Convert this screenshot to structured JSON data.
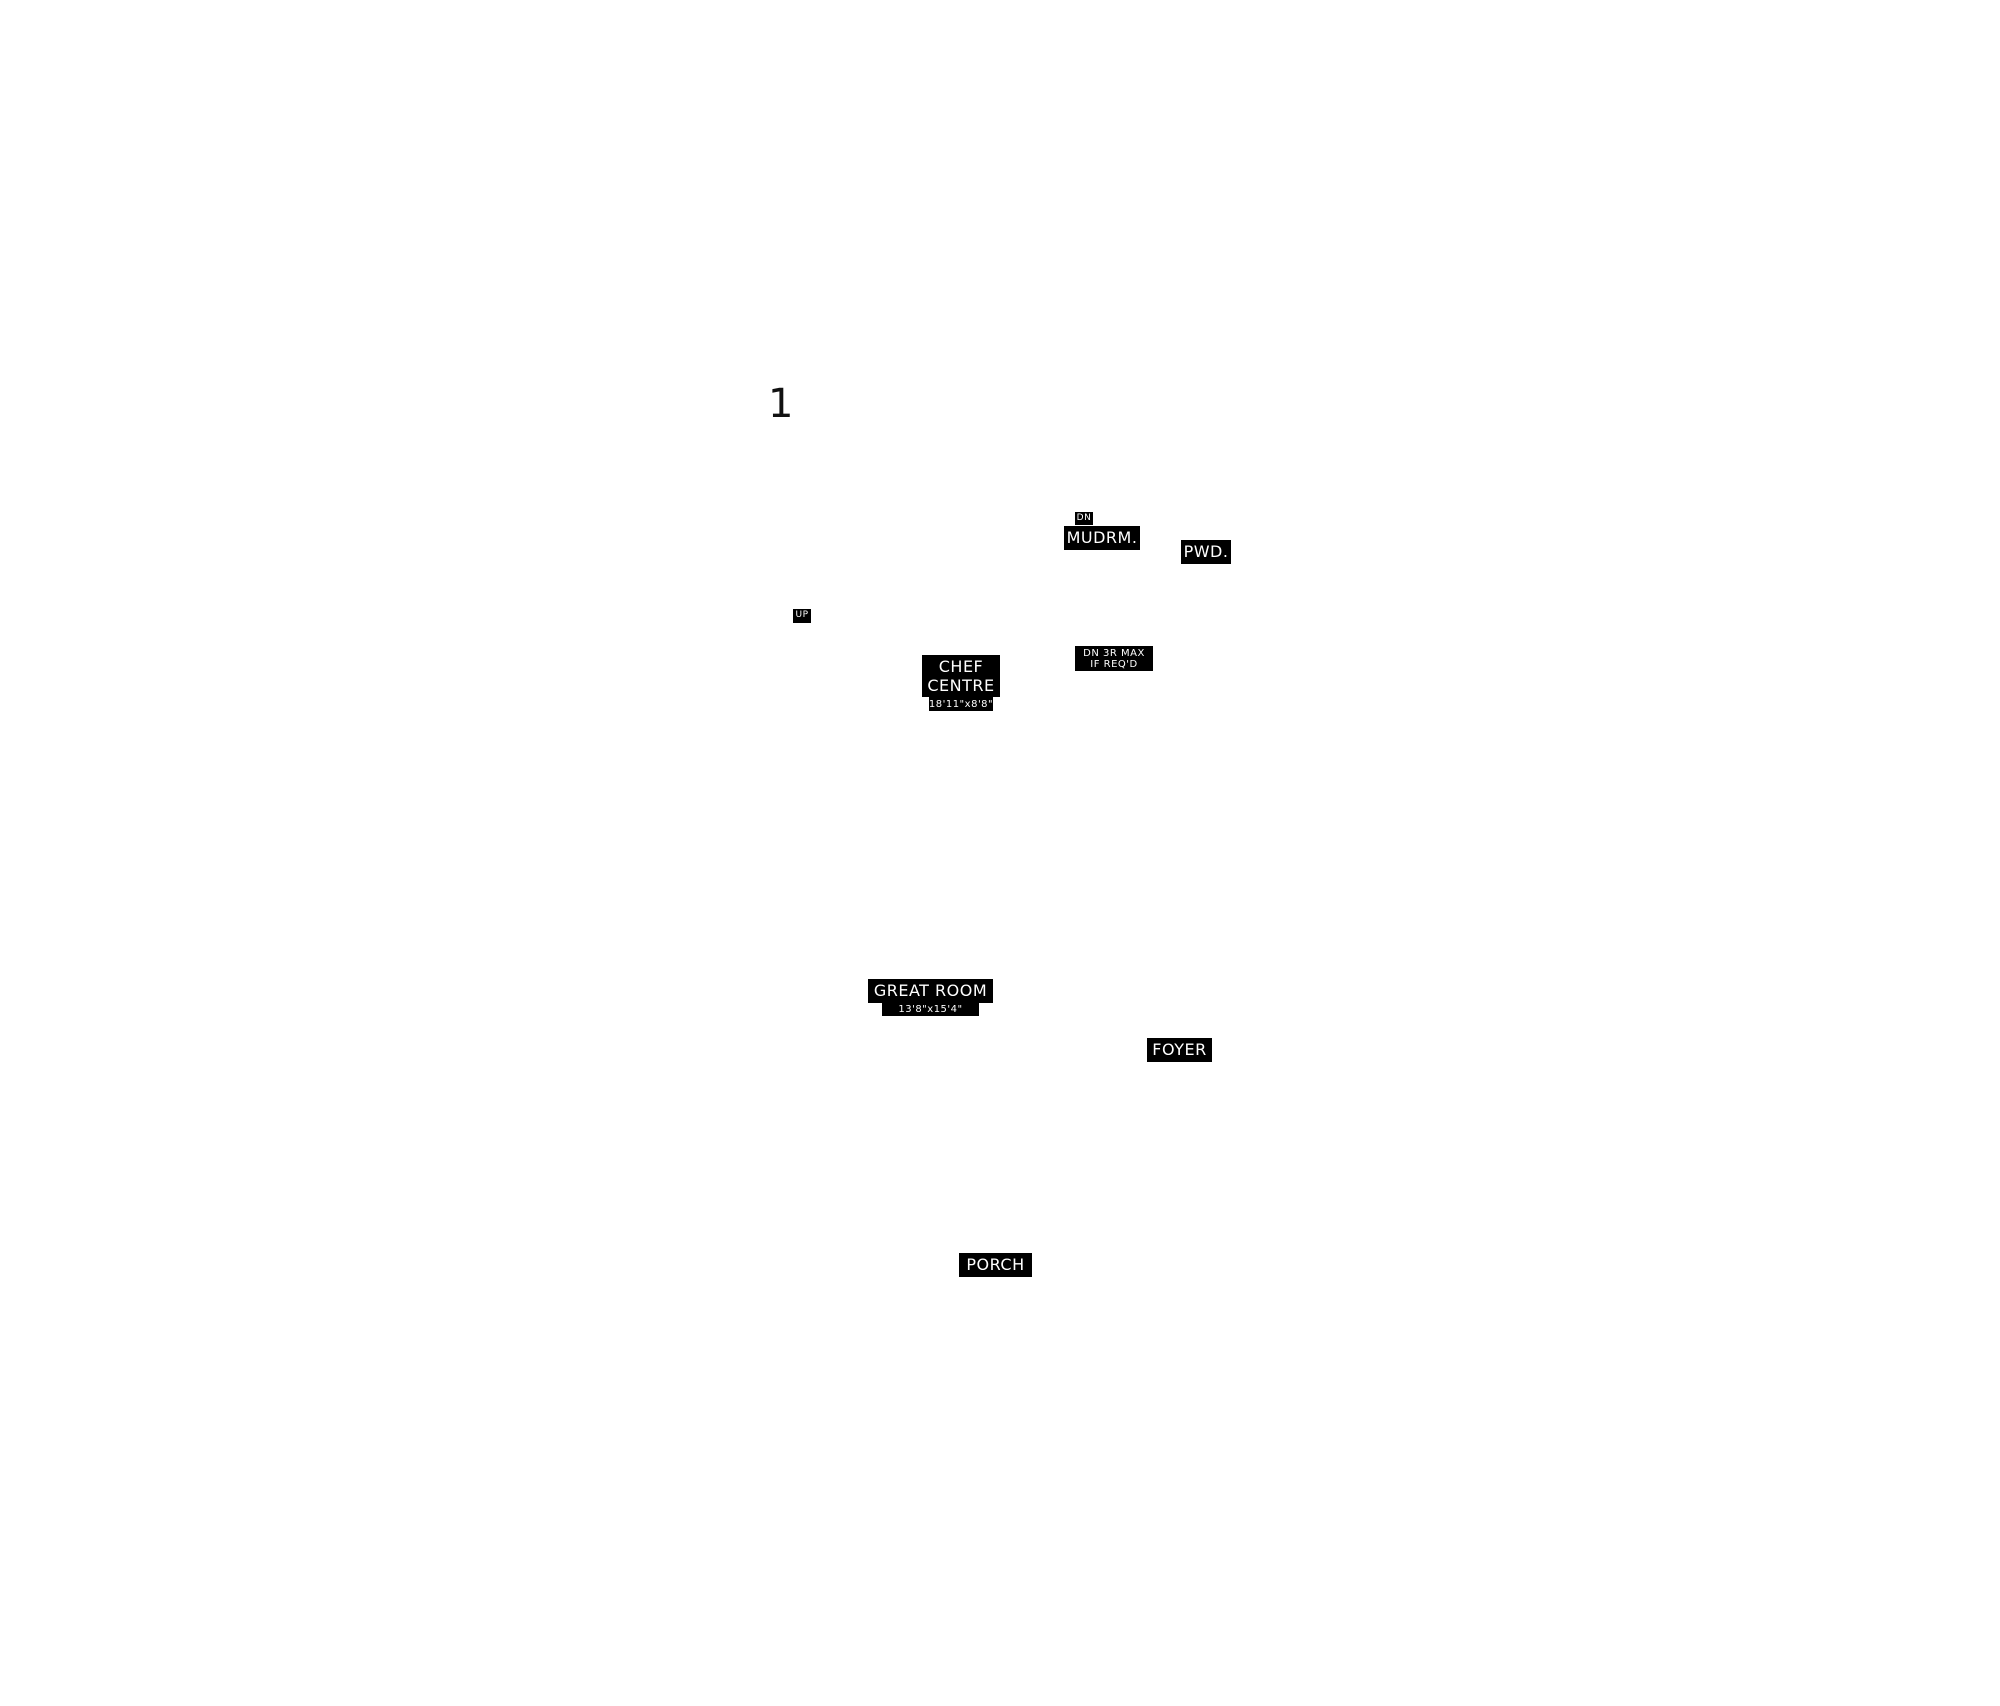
{
  "plan": {
    "page_number": "1",
    "labels": {
      "dn": "DN",
      "mudroom": "MUDRM.",
      "powder": "PWD.",
      "up": "UP",
      "dn_3r_line1": "DN 3R MAX",
      "dn_3r_line2": "IF REQ'D",
      "chef_line1": "CHEF",
      "chef_line2": "CENTRE",
      "chef_dim": "18'11\"x8'8\"",
      "great_room": "GREAT ROOM",
      "great_room_dim": "13'8\"x15'4\"",
      "foyer": "FOYER",
      "porch": "PORCH"
    },
    "colors": {
      "tag_background": "#000000",
      "tag_text": "#ffffff"
    }
  }
}
